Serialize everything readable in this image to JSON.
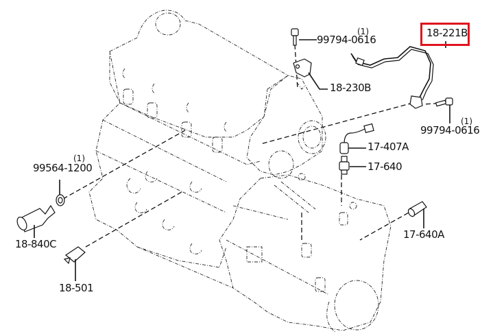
{
  "diagram": {
    "title": "Engine sensors exploded parts view",
    "highlight_color": "#e0141e",
    "highlighted_part": "18-221B",
    "parts": [
      {
        "id": "18-221B",
        "label": "18-221B",
        "qty": null,
        "highlighted": true
      },
      {
        "id": "99794-0616-top",
        "label": "99794-0616",
        "qty": "(1)"
      },
      {
        "id": "18-230B",
        "label": "18-230B",
        "qty": null
      },
      {
        "id": "99794-0616-right",
        "label": "99794-0616",
        "qty": "(1)"
      },
      {
        "id": "17-407A",
        "label": "17-407A",
        "qty": null
      },
      {
        "id": "17-640",
        "label": "17-640",
        "qty": null
      },
      {
        "id": "17-640A",
        "label": "17-640A",
        "qty": null
      },
      {
        "id": "99564-1200",
        "label": "99564-1200",
        "qty": "(1)"
      },
      {
        "id": "18-840C",
        "label": "18-840C",
        "qty": null
      },
      {
        "id": "18-501",
        "label": "18-501",
        "qty": null
      }
    ]
  }
}
